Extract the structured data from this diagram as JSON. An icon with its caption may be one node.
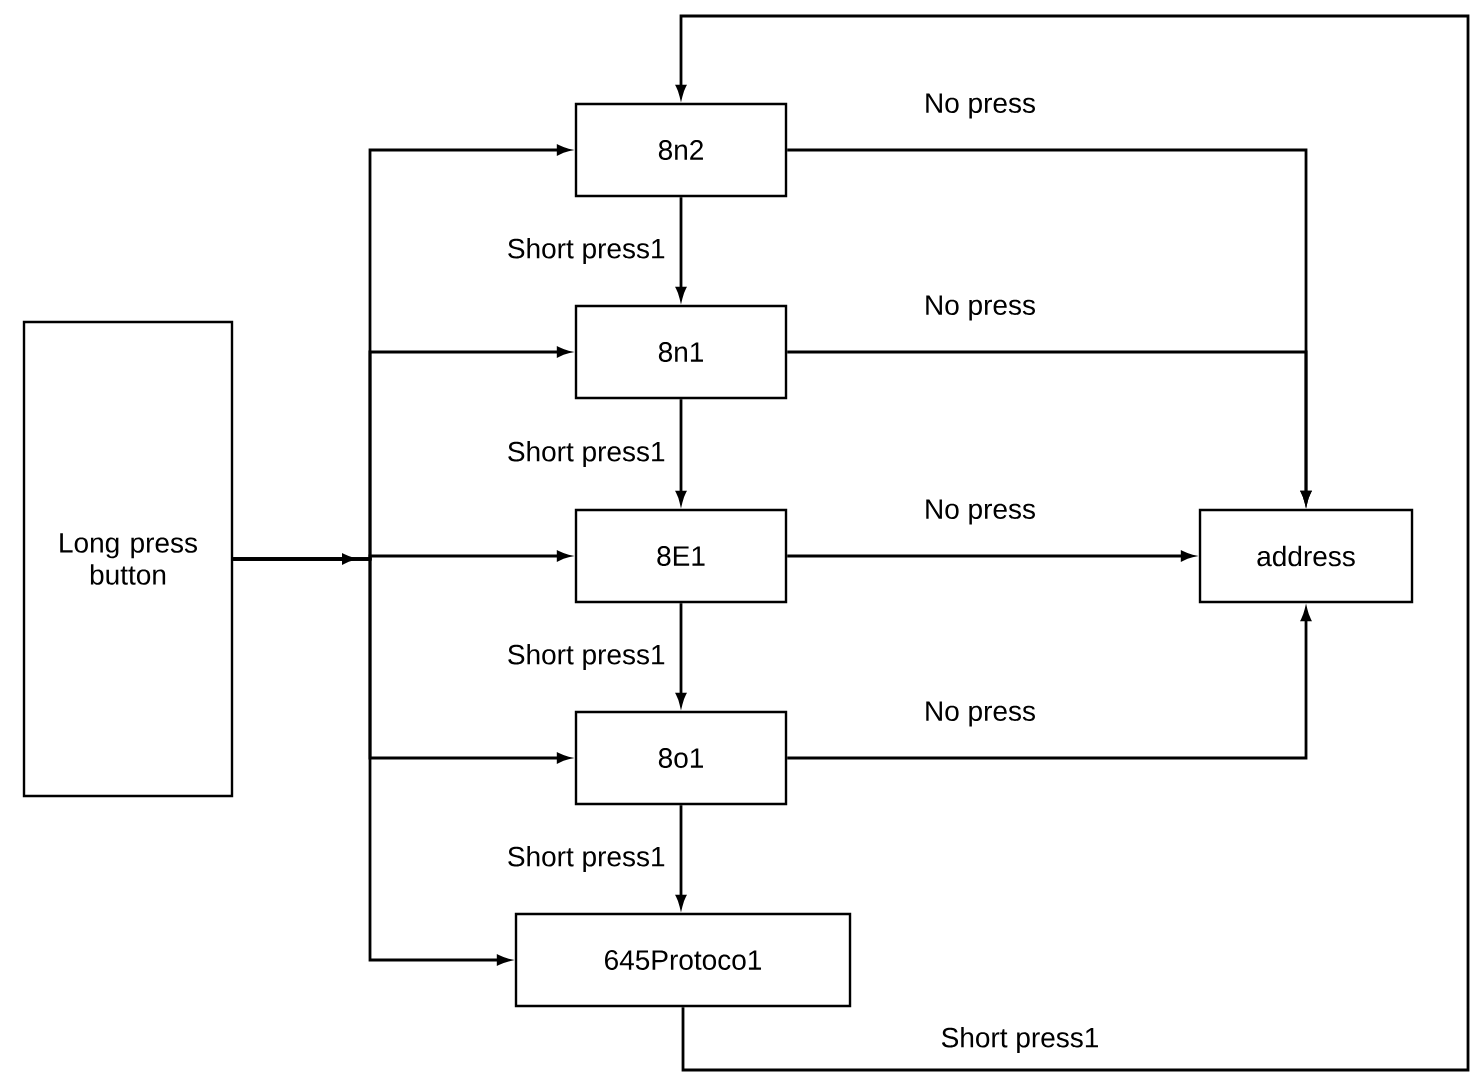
{
  "diagram": {
    "nodes": [
      {
        "text": [
          "Long press button"
        ]
      },
      {
        "text": [
          "8n2"
        ]
      },
      {
        "text": [
          "8n1"
        ]
      },
      {
        "text": [
          "8E1"
        ]
      },
      {
        "text": [
          "8o1"
        ]
      },
      {
        "text": [
          "645Protoco1"
        ]
      },
      {
        "text": [
          "address"
        ]
      }
    ],
    "edges": [
      {
        "from": 0,
        "to": 1,
        "arrow": "to"
      },
      {
        "from": 0,
        "to": 2,
        "arrow": "to"
      },
      {
        "from": 0,
        "to": 3,
        "arrow": "to"
      },
      {
        "from": 0,
        "to": 4,
        "arrow": "to"
      },
      {
        "from": 0,
        "to": 5,
        "arrow": "to"
      },
      {
        "from": 1,
        "to": 2,
        "arrow": "to",
        "label": "Short press1"
      },
      {
        "from": 2,
        "to": 3,
        "arrow": "to",
        "label": "Short press1"
      },
      {
        "from": 3,
        "to": 4,
        "arrow": "to",
        "label": "Short press1"
      },
      {
        "from": 4,
        "to": 5,
        "arrow": "to",
        "label": "Short press1"
      },
      {
        "from": 5,
        "to": 1,
        "arrow": "to",
        "label": "Short press1"
      },
      {
        "from": 1,
        "to": 6,
        "arrow": "to",
        "label": "No press"
      },
      {
        "from": 2,
        "to": 6,
        "arrow": "to",
        "label": "No press"
      },
      {
        "from": 3,
        "to": 6,
        "arrow": "to",
        "label": "No press"
      },
      {
        "from": 4,
        "to": 6,
        "arrow": "to",
        "label": "No press"
      }
    ]
  }
}
